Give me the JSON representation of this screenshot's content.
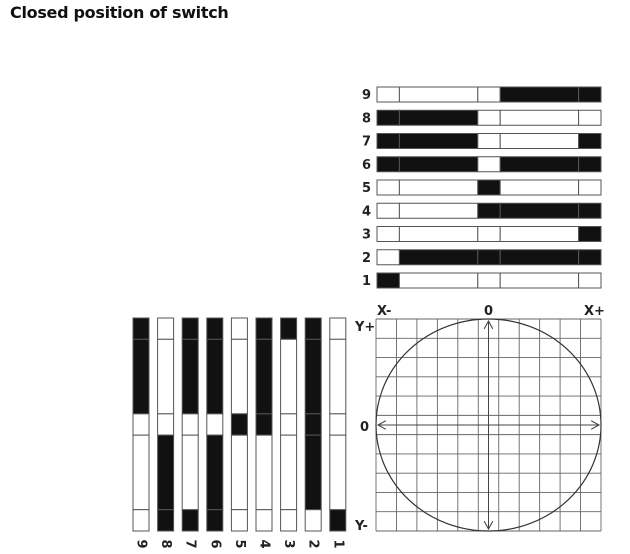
{
  "title": "Closed position of switch",
  "colors": {
    "on": "#111111",
    "off": "#ffffff",
    "line": "#555555",
    "grid": "#666666"
  },
  "horizontal_switches": {
    "labels": [
      "9",
      "8",
      "7",
      "6",
      "5",
      "4",
      "3",
      "2",
      "1"
    ],
    "segment_bounds": [
      0,
      0.1,
      0.45,
      0.55,
      0.9,
      1
    ],
    "states": [
      [
        0,
        0,
        0,
        1,
        1
      ],
      [
        1,
        1,
        0,
        0,
        0
      ],
      [
        1,
        1,
        0,
        0,
        1
      ],
      [
        1,
        1,
        0,
        1,
        1
      ],
      [
        0,
        0,
        1,
        0,
        0
      ],
      [
        0,
        0,
        1,
        1,
        1
      ],
      [
        0,
        0,
        0,
        0,
        1
      ],
      [
        0,
        1,
        1,
        1,
        1
      ],
      [
        1,
        0,
        0,
        0,
        0
      ]
    ]
  },
  "vertical_switches": {
    "labels": [
      "9",
      "8",
      "7",
      "6",
      "5",
      "4",
      "3",
      "2",
      "1"
    ],
    "segment_bounds": [
      0,
      0.1,
      0.45,
      0.55,
      0.9,
      1
    ],
    "states": [
      [
        1,
        1,
        0,
        0,
        0
      ],
      [
        0,
        0,
        0,
        1,
        1
      ],
      [
        1,
        1,
        0,
        0,
        1
      ],
      [
        1,
        1,
        0,
        1,
        1
      ],
      [
        0,
        0,
        1,
        0,
        0
      ],
      [
        1,
        1,
        1,
        0,
        0
      ],
      [
        1,
        0,
        0,
        0,
        0
      ],
      [
        1,
        1,
        1,
        1,
        0
      ],
      [
        0,
        0,
        0,
        0,
        1
      ]
    ]
  },
  "axes": {
    "x_minus": "X-",
    "x_zero": "0",
    "x_plus": "X+",
    "y_plus": "Y+",
    "y_zero": "0",
    "y_minus": "Y-"
  }
}
